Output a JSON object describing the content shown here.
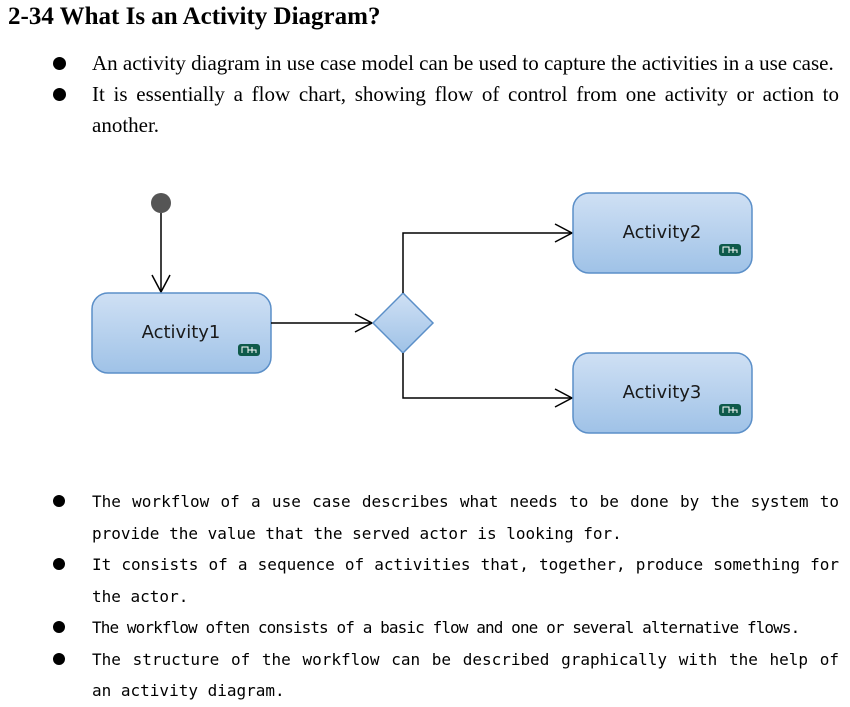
{
  "slide": {
    "title": "2-34 What Is an Activity Diagram?",
    "top_bullets": [
      "An activity diagram in use case model can be used to capture the activities in a use case.",
      "It is essentially a flow chart, showing flow of control from one activity or action to another."
    ],
    "bottom_bullets": [
      "The workflow of a use case describes what needs to be done by the system to provide the value that the served actor is looking for.",
      "It consists of a sequence of activities that, together, produce something for the actor.",
      "The workflow often consists of a basic flow and one or several alternative flows.",
      "The structure of the workflow can be described graphically with the help of an activity diagram."
    ]
  },
  "diagram": {
    "activity1": "Activity1",
    "activity2": "Activity2",
    "activity3": "Activity3",
    "badge_icon": "rhapsody-badge-icon",
    "colors": {
      "activity_fill_top": "#c9dcf2",
      "activity_fill_bottom": "#9cc0e6",
      "activity_stroke": "#5b8fc8",
      "badge_fill": "#0f5a4a",
      "initial_node": "#555555"
    }
  }
}
